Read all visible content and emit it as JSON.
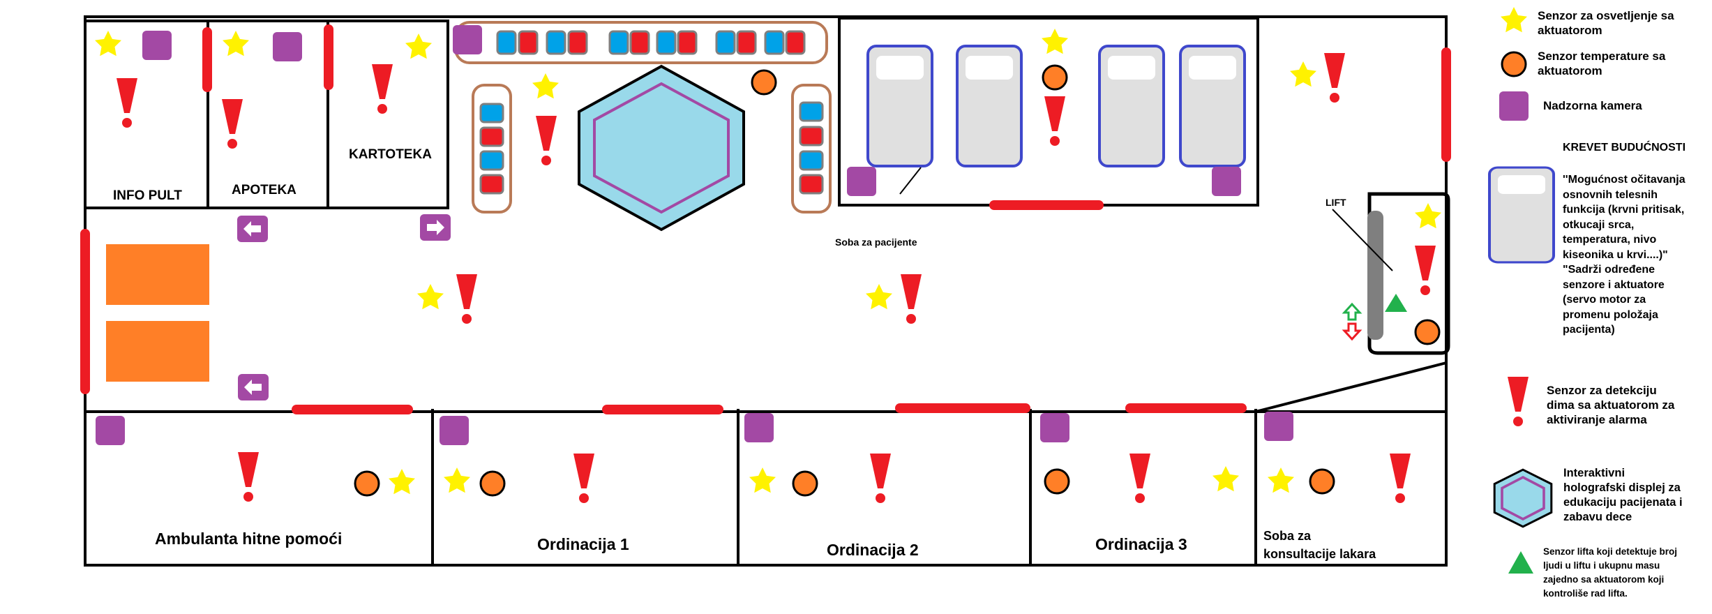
{
  "rooms": {
    "info_pult": "INFO PULT",
    "apoteka": "APOTEKA",
    "kartoteka": "KARTOTEKA",
    "soba_za_pacijente": "Soba za pacijente",
    "lift": "LIFT",
    "ambulanta": "Ambulanta hitne pomoći",
    "ordinacija1": "Ordinacija 1",
    "ordinacija2": "Ordinacija 2",
    "ordinacija3": "Ordinacija 3",
    "soba_konsultacije_1": "Soba za",
    "soba_konsultacije_2": "konsultacije lakara"
  },
  "legend": {
    "light": [
      "Senzor za osvetljenje sa",
      "aktuatorom"
    ],
    "temp": [
      "Senzor temperature sa",
      "aktuatorom"
    ],
    "camera": [
      "Nadzorna kamera"
    ],
    "bed_title": "KREVET BUDUĆNOSTI",
    "bed_desc": [
      "''Mogućnost očitavanja",
      "osnovnih telesnih",
      "funkcija (krvni pritisak,",
      "otkucaji srca,",
      "temperatura, nivo",
      "kiseonika u krvi....)\"",
      "\"Sadrži određene",
      "senzore i aktuatore",
      "(servo motor za",
      "promenu položaja",
      "pacijenta)"
    ],
    "smoke": [
      "Senzor za detekciju",
      "dima sa aktuatorom za",
      "aktiviranje alarma"
    ],
    "holo": [
      "Interaktivni",
      "holografski displej za",
      "edukaciju pacijenata i",
      "zabavu dece"
    ],
    "lift_sensor": [
      "Senzor lifta koji detektuje broj",
      "ljudi u liftu i ukupnu masu",
      "zajedno sa aktuatorom koji",
      "kontroliše rad lifta."
    ]
  },
  "colors": {
    "wall": "#000000",
    "door": "#ed1c24",
    "light_sensor": "#fff200",
    "temp_sensor": "#ff7f27",
    "camera": "#a349a4",
    "smoke_sensor": "#ed1c24",
    "hologram_fill": "#99d9ea",
    "hologram_inner": "#a349a4",
    "bed_outline": "#3f48cc",
    "bed_fill": "#e0e0e0",
    "seat_blue": "#00a2e8",
    "seat_red": "#ed1c24",
    "bench_outline": "#b97a57",
    "desk": "#ff7f27",
    "lift_sensor": "#22b14c",
    "lift_door": "#7f7f7f"
  }
}
